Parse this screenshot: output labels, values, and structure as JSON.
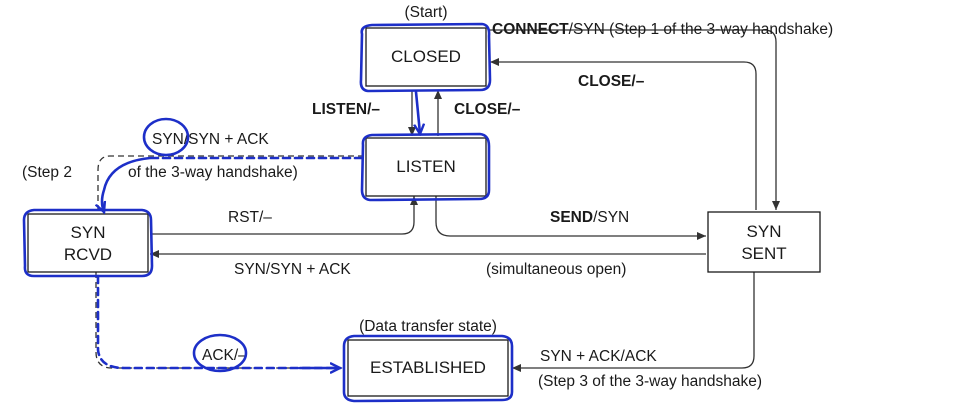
{
  "states": {
    "closed": "CLOSED",
    "listen": "LISTEN",
    "syn_rcvd_line1": "SYN",
    "syn_rcvd_line2": "RCVD",
    "syn_sent_line1": "SYN",
    "syn_sent_line2": "SENT",
    "established": "ESTABLISHED"
  },
  "annotations": {
    "start": "(Start)",
    "data_transfer": "(Data transfer state)"
  },
  "transitions": {
    "connect_bold": "CONNECT",
    "connect_rest": "/SYN (Step 1 of the 3-way handshake)",
    "close_from_sent": "CLOSE/–",
    "listen_bold": "LISTEN/–",
    "close_from_listen": "CLOSE/–",
    "syn_syn_ack_top": "SYN/SYN + ACK",
    "step2_left": "(Step 2",
    "step2_right": "of the 3-way handshake)",
    "rst": "RST/–",
    "send_bold": "SEND",
    "send_rest": "/SYN",
    "syn_syn_ack_mid": "SYN/SYN + ACK",
    "simultaneous": "(simultaneous open)",
    "ack": "ACK/–",
    "syn_ack_ack": "SYN + ACK/ACK",
    "step3": "(Step 3 of the 3-way handshake)"
  },
  "colors": {
    "ink": "#1d2fc8",
    "line": "#333333"
  }
}
